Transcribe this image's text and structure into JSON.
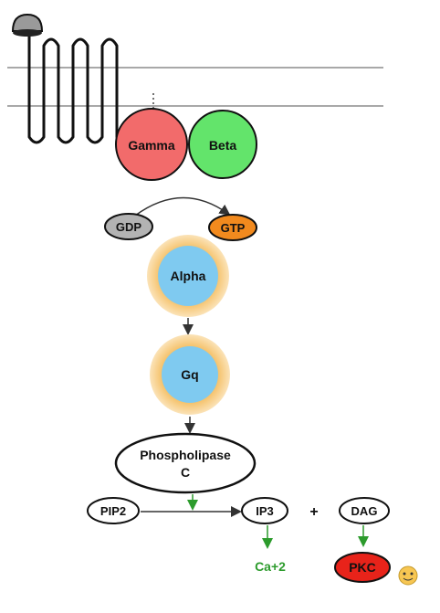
{
  "subunits": {
    "gamma": "Gamma",
    "beta": "Beta"
  },
  "nucleotides": {
    "gdp": "GDP",
    "gtp": "GTP"
  },
  "proteins": {
    "alpha": "Alpha",
    "gq": "Gq"
  },
  "enzyme": {
    "line1": "Phospholipase",
    "line2": "C"
  },
  "molecules": {
    "pip2": "PIP2",
    "ip3": "IP3",
    "plus": "+",
    "dag": "DAG",
    "calcium": "Ca+2",
    "pkc": "PKC"
  },
  "colors": {
    "gamma": "#f26b6b",
    "beta": "#63e46b",
    "gdp": "#b3b3b3",
    "gtp": "#f28a1e",
    "alpha_core": "#7fcaf0",
    "halo": "#f5c26b",
    "pkc": "#e8231a",
    "calcium_text": "#2c9b2c",
    "membrane": "#a8a8a8"
  }
}
